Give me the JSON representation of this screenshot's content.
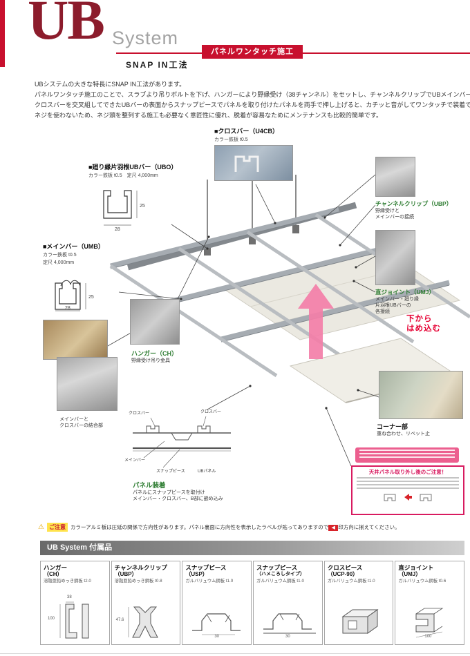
{
  "colors": {
    "logo_red": "#8c1c2c",
    "accent_red": "#c8102e",
    "green_label": "#2e7d32",
    "pink_arrow": "#f37ea8",
    "magenta_warning": "#d81b60"
  },
  "header": {
    "logo": "UB",
    "logo_sub": "System",
    "method_label": "SNAP IN工法",
    "badge": "パネルワンタッチ施工"
  },
  "intro_lines": [
    "UBシステムの大きな特長にSNAP IN工法があります。",
    "パネルワンタッチ施工のことで、スラブより吊りボルトを下げ、ハンガーにより野縁受け（38チャンネル）をセットし、チャンネルクリップでUBメインバーを架設。",
    "クロスバーを交叉組してできたUBバーの表面からスナップピースでパネルを取り付けたパネルを両手で押し上げると、カチッと音がしてワンタッチで装着できます。",
    "ネジを使わないため、ネジ頭を整列する施工も必要なく意匠性に優れ、脱着が容易なためにメンテナンスも比較的簡単です。"
  ],
  "callouts": {
    "crossbar_title": "■クロスバー（U4CB）",
    "crossbar_spec": "カラー鉄板 t0.5",
    "ubo_title": "■廻り縁片羽根UBバー（UBO）",
    "ubo_spec": "カラー鉄板 t0.5　定尺 4,000mm",
    "ubo_dim_w": "28",
    "ubo_dim_h": "25",
    "mainbar_title": "■メインバー（UMB）",
    "mainbar_spec1": "カラー鉄板 t0.5",
    "mainbar_spec2": "定尺 4,000mm",
    "mainbar_dim_w": "28",
    "mainbar_dim_h": "25",
    "hanger_title": "ハンガー（CH）",
    "hanger_desc": "野縁受け吊り金具",
    "clip_title": "チャンネルクリップ（UBP）",
    "clip_desc1": "野縁受けと",
    "clip_desc2": "メインバーの接続",
    "joint_title": "直ジョイント（UMJ）",
    "joint_desc1": "メインバー・廻り縁",
    "joint_desc2": "片羽根UBバーの",
    "joint_desc3": "各接続",
    "insert_line1": "下から",
    "insert_line2": "はめ込む",
    "junction_desc1": "メインバーと",
    "junction_desc2": "クロスバーの結合部",
    "panel_title": "パネル装着",
    "panel_desc1": "パネルにスナップピースを取付け",
    "panel_desc2": "メインバー・クロスバー、B部に嵌め込み",
    "panel_lbl1": "クロスバー",
    "panel_lbl2": "クロスバー",
    "panel_lbl3": "メインバー",
    "panel_lbl4": "スナップピース",
    "panel_lbl5": "UBパネル",
    "corner_title": "コーナー部",
    "corner_desc": "重ね合わせ、リベット止",
    "warn_title": "天井パネル取り外し後のご注意！"
  },
  "notice": {
    "label": "ご注意",
    "text_before": "カラーアルミ板は圧延の関係で方向性があります。パネル裏面に方向性を表示したラベルが貼ってありますので",
    "text_after": "印方向に揃えてください。"
  },
  "accessories": {
    "section_title": "UB System 付属品",
    "items": [
      {
        "name": "ハンガー",
        "code": "（CH）",
        "spec": "溶融亜鉛めっき鋼板 t2.0",
        "dim1": "38",
        "dim2": "100"
      },
      {
        "name": "チャンネルクリップ",
        "code": "（UBP）",
        "spec": "溶融亜鉛めっき鋼板 t0.8",
        "dim1": "47.6"
      },
      {
        "name": "スナップピース",
        "code": "（USP）",
        "spec": "ガルバリュウム鋼板 t1.0",
        "dim1": "30"
      },
      {
        "name": "スナップピース",
        "code": "（ハメころしタイプ）",
        "spec": "ガルバリュウム鋼板 t1.0",
        "dim1": "30"
      },
      {
        "name": "クロスピース",
        "code": "（UCP-90）",
        "spec": "ガルバリュウム鋼板 t1.0"
      },
      {
        "name": "直ジョイント",
        "code": "（UMJ）",
        "spec": "ガルバリュウム鋼板 t0.6",
        "dim1": "100"
      }
    ]
  }
}
